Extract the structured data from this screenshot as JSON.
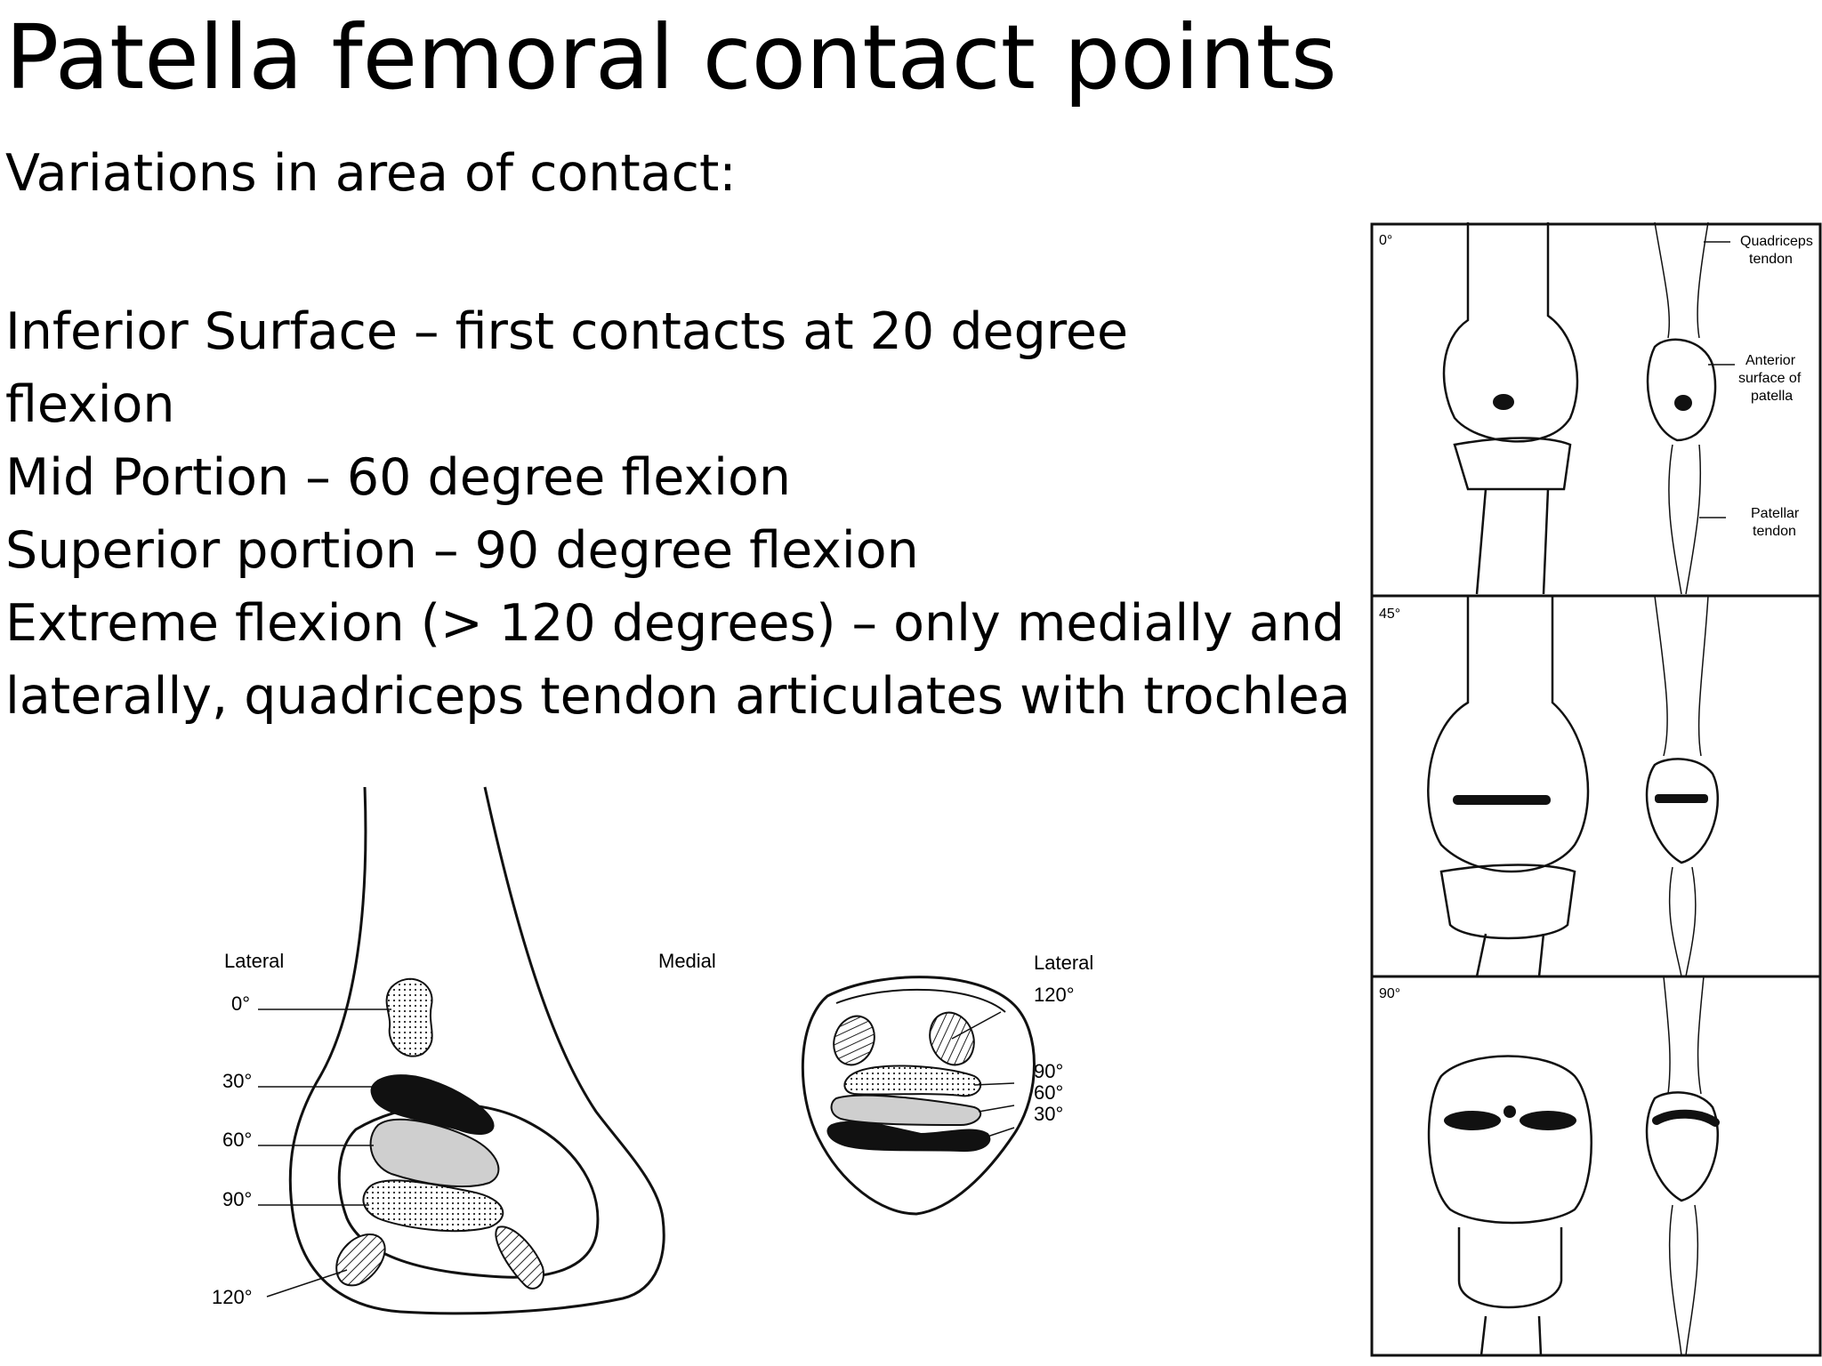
{
  "slide": {
    "title": "Patella femoral contact points",
    "subtitle": "Variations in area of contact:",
    "bullets": [
      "Inferior Surface – first contacts at 20 degree",
      "flexion",
      "Mid Portion – 60 degree flexion",
      "Superior portion – 90 degree flexion",
      "Extreme flexion (> 120 degrees) – only medially and",
      "laterally, quadriceps tendon articulates with trochlea"
    ]
  },
  "femur_figure": {
    "label_lateral": "Lateral",
    "label_medial": "Medial",
    "angles": [
      "0°",
      "30°",
      "60°",
      "90°",
      "120°"
    ]
  },
  "patella_figure": {
    "label_lateral": "Lateral",
    "angles": [
      "120°",
      "90°",
      "60°",
      "30°"
    ]
  },
  "knee_panels": {
    "panels": [
      {
        "angle": "0°"
      },
      {
        "angle": "45°"
      },
      {
        "angle": "90°"
      }
    ],
    "labels": {
      "quadriceps_line1": "Quadriceps",
      "quadriceps_line2": "tendon",
      "anterior_line1": "Anterior",
      "anterior_line2": "surface of",
      "anterior_line3": "patella",
      "patellar_line1": "Patellar",
      "patellar_line2": "tendon"
    }
  }
}
